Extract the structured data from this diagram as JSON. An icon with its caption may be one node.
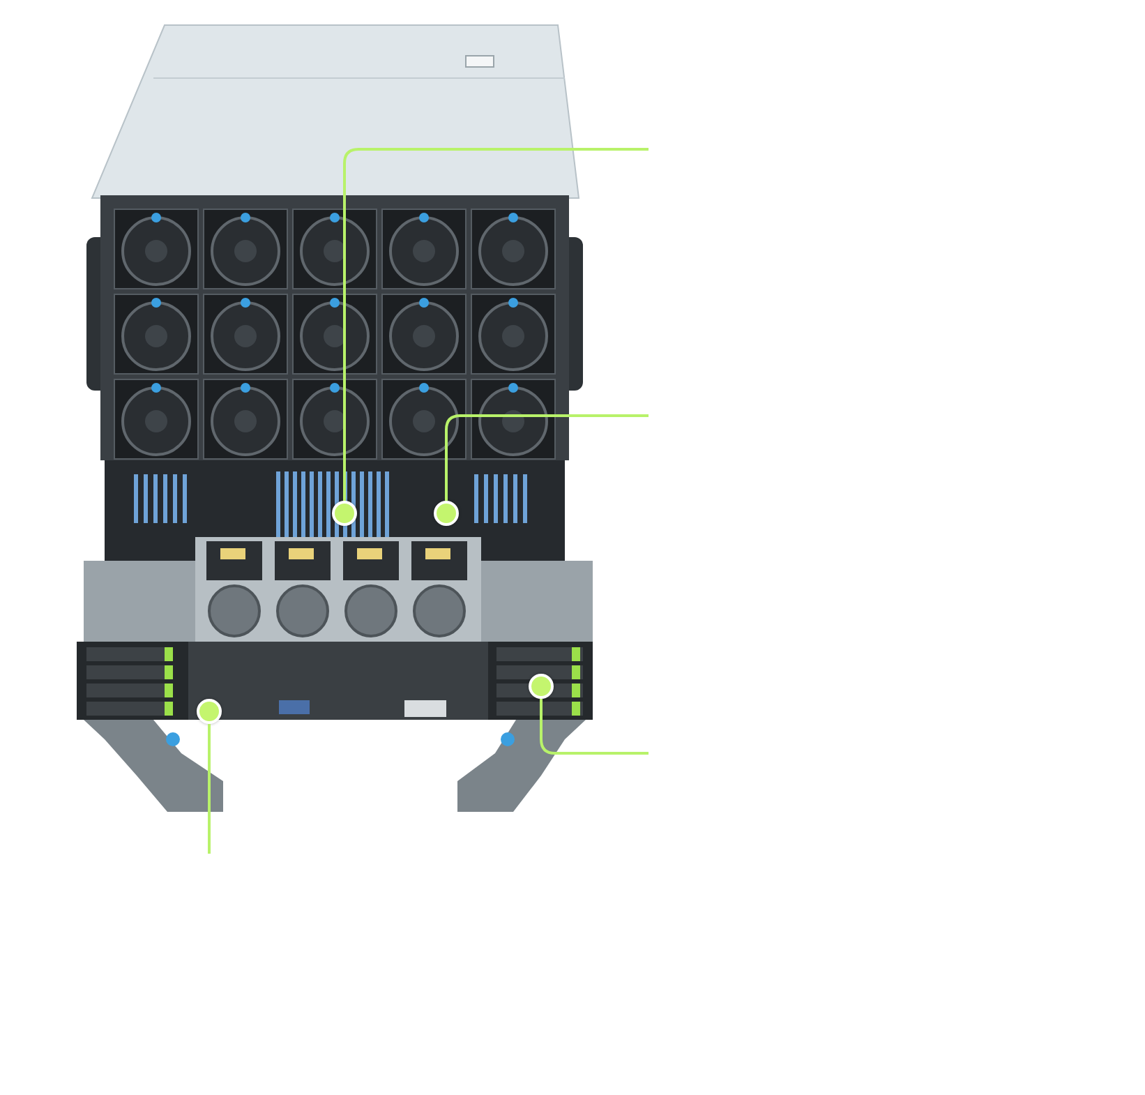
{
  "diagram": {
    "nodes": [
      {
        "text": [],
        "shape": "picture"
      },
      {
        "text": [],
        "shape": "circle",
        "in": 0
      },
      {
        "text": [],
        "shape": "circle",
        "in": 0
      },
      {
        "text": [],
        "shape": "circle",
        "in": 0
      },
      {
        "text": [],
        "shape": "circle",
        "in": 0
      }
    ],
    "edges": [
      {
        "from": 1,
        "to": null,
        "arrow": "none"
      },
      {
        "from": 2,
        "to": null,
        "arrow": "none"
      },
      {
        "from": 3,
        "to": null,
        "arrow": "none"
      },
      {
        "from": 4,
        "to": null,
        "arrow": "none"
      }
    ]
  }
}
